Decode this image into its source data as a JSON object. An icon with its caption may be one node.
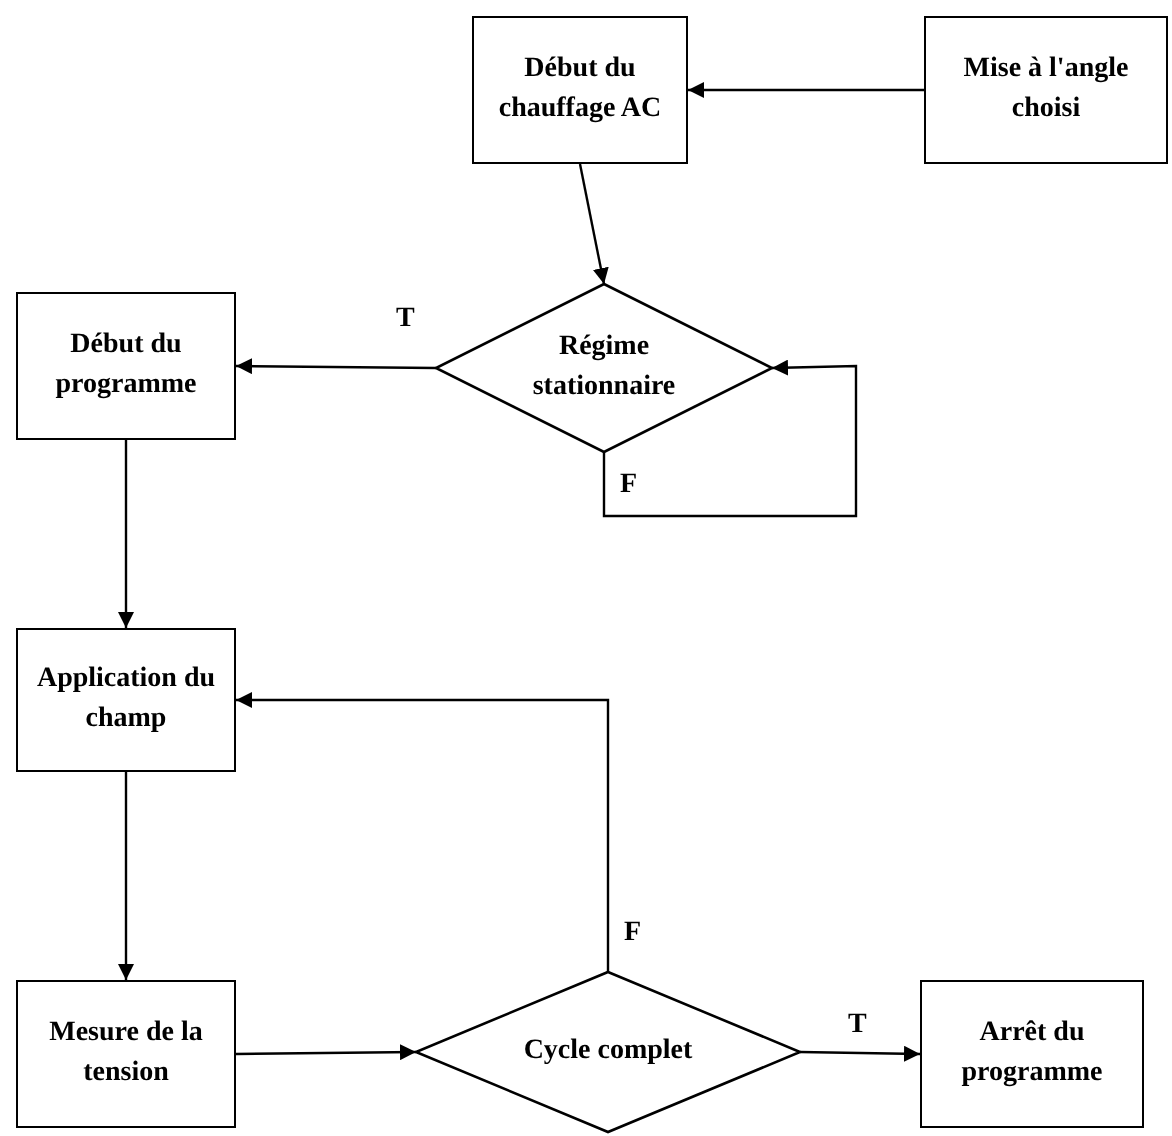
{
  "diagram": {
    "nodes": [
      {
        "text": [
          "Début du chauffage AC"
        ]
      },
      {
        "text": [
          "Mise à l'angle choisi"
        ]
      },
      {
        "text": [
          "Régime stationnaire"
        ]
      },
      {
        "text": [
          "Début du programme"
        ]
      },
      {
        "text": [
          "Application du champ"
        ]
      },
      {
        "text": [
          "Mesure de la tension"
        ]
      },
      {
        "text": [
          "Cycle complet"
        ]
      },
      {
        "text": [
          "Arrêt du programme"
        ]
      }
    ],
    "edges": [
      {
        "from": 1,
        "to": 0,
        "arrow": "to"
      },
      {
        "from": 0,
        "to": 2,
        "arrow": "to"
      },
      {
        "from": 2,
        "to": 3,
        "arrow": "to",
        "label": "T"
      },
      {
        "from": 2,
        "to": 2,
        "arrow": "to",
        "label": "F"
      },
      {
        "from": 3,
        "to": 4,
        "arrow": "to"
      },
      {
        "from": 4,
        "to": 5,
        "arrow": "to"
      },
      {
        "from": 5,
        "to": 6,
        "arrow": "to"
      },
      {
        "from": 6,
        "to": 4,
        "arrow": "to",
        "label": "F"
      },
      {
        "from": 6,
        "to": 7,
        "arrow": "to",
        "label": "T"
      }
    ]
  }
}
